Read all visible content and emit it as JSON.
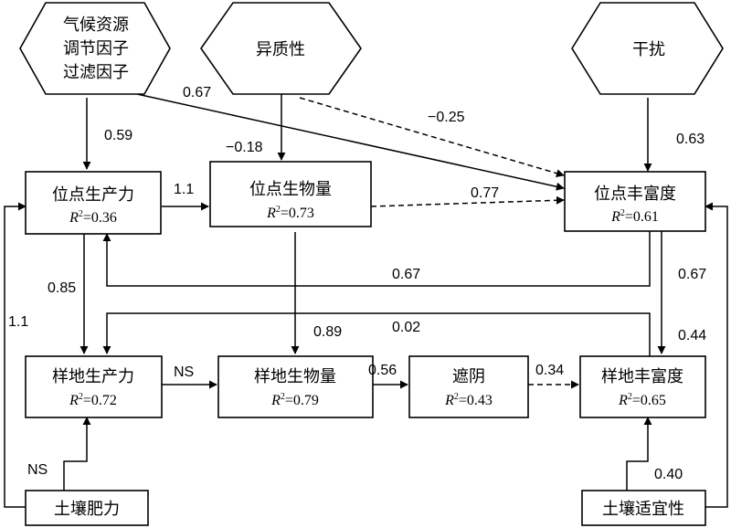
{
  "nodes": {
    "climate": {
      "lines": [
        "气候资源",
        "调节因子",
        "过滤因子"
      ]
    },
    "heterogeneity": {
      "label": "异质性"
    },
    "disturbance": {
      "label": "干扰"
    },
    "site_productivity": {
      "label": "位点生产力",
      "r2": "0.36"
    },
    "site_biomass": {
      "label": "位点生物量",
      "r2": "0.73"
    },
    "site_richness": {
      "label": "位点丰富度",
      "r2": "0.61"
    },
    "plot_productivity": {
      "label": "样地生产力",
      "r2": "0.72"
    },
    "plot_biomass": {
      "label": "样地生物量",
      "r2": "0.79"
    },
    "shading": {
      "label": "遮阴",
      "r2": "0.43"
    },
    "plot_richness": {
      "label": "样地丰富度",
      "r2": "0.65"
    },
    "soil_fertility": {
      "label": "土壤肥力"
    },
    "soil_suitability": {
      "label": "土壤适宜性"
    }
  },
  "r2_prefix": "R",
  "r2_sup": "2",
  "r2_eq": "=",
  "paths": {
    "climate_to_site_productivity": "0.59",
    "climate_to_site_richness": "0.67",
    "heterogeneity_to_site_biomass": "−0.18",
    "heterogeneity_to_site_richness": "−0.25",
    "disturbance_to_site_richness": "0.63",
    "site_productivity_to_site_biomass": "1.1",
    "site_biomass_to_site_richness": "0.77",
    "site_richness_to_site_productivity": "0.67",
    "site_productivity_to_plot_productivity": "0.85",
    "site_richness_to_plot_richness": "0.67",
    "plot_richness_to_plot_productivity": "0.02",
    "site_biomass_to_plot_biomass": "0.89",
    "site_richness_to_plot_richness_b": "0.44",
    "soil_fertility_to_site_productivity": "1.1",
    "plot_productivity_to_plot_biomass": "NS",
    "plot_biomass_to_shading": "0.56",
    "shading_to_plot_richness": "0.34",
    "soil_fertility_to_plot_productivity": "NS",
    "soil_suitability_to_plot_richness": "0.40"
  }
}
